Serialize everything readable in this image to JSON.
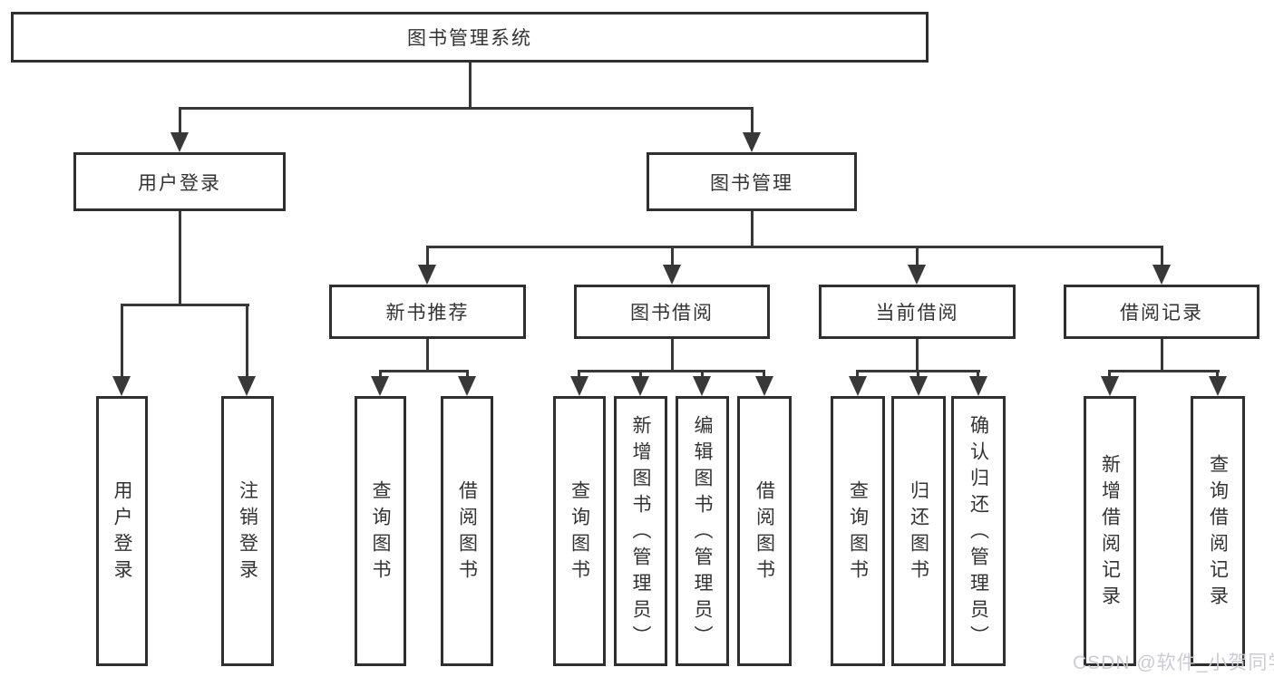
{
  "colors": {
    "line": "#383838",
    "border": "#2f2f2f",
    "text": "#333333",
    "bg": "#ffffff",
    "watermark": "#c9c9d1"
  },
  "diagram": {
    "title": "图书管理系统",
    "branches": [
      {
        "label": "用户登录",
        "children": [
          {
            "label": "用户登录"
          },
          {
            "label": "注销登录"
          }
        ]
      },
      {
        "label": "图书管理",
        "children": [
          {
            "label": "新书推荐",
            "children": [
              {
                "label": "查询图书"
              },
              {
                "label": "借阅图书"
              }
            ]
          },
          {
            "label": "图书借阅",
            "children": [
              {
                "label": "查询图书"
              },
              {
                "label": "新增图书（管理员）"
              },
              {
                "label": "编辑图书（管理员）"
              },
              {
                "label": "借阅图书"
              }
            ]
          },
          {
            "label": "当前借阅",
            "children": [
              {
                "label": "查询图书"
              },
              {
                "label": "归还图书"
              },
              {
                "label": "确认归还（管理员）"
              }
            ]
          },
          {
            "label": "借阅记录",
            "children": [
              {
                "label": "新增借阅记录"
              },
              {
                "label": "查询借阅记录"
              }
            ]
          }
        ]
      }
    ]
  },
  "watermark": {
    "text": "CSDN @软件_小贺同学"
  }
}
